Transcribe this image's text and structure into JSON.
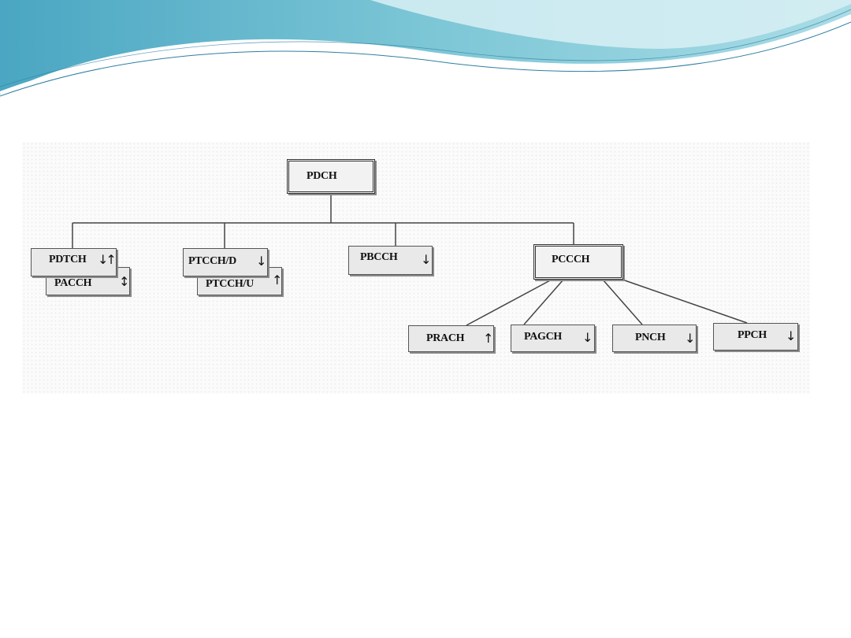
{
  "nodes": {
    "pdch": {
      "label": "PDCH"
    },
    "pdtch": {
      "label": "PDTCH",
      "arrow": "↓↑"
    },
    "pacch": {
      "label": "PACCH",
      "arrow": "↕"
    },
    "ptcch_d": {
      "label": "PTCCH/D",
      "arrow": "↓"
    },
    "ptcch_u": {
      "label": "PTCCH/U",
      "arrow": "↑"
    },
    "pbcch": {
      "label": "PBCCH",
      "arrow": "↓"
    },
    "pccch": {
      "label": "PCCCH"
    },
    "prach": {
      "label": "PRACH",
      "arrow": "↑"
    },
    "pagch": {
      "label": "PAGCH",
      "arrow": "↓"
    },
    "pnch": {
      "label": "PNCH",
      "arrow": "↓"
    },
    "ppch": {
      "label": "PPCH",
      "arrow": "↓"
    }
  },
  "colors": {
    "banner_dark": "#3a9bb8",
    "banner_light": "#a9dce6",
    "node_fill": "#e9e9e9",
    "line": "#444444"
  }
}
